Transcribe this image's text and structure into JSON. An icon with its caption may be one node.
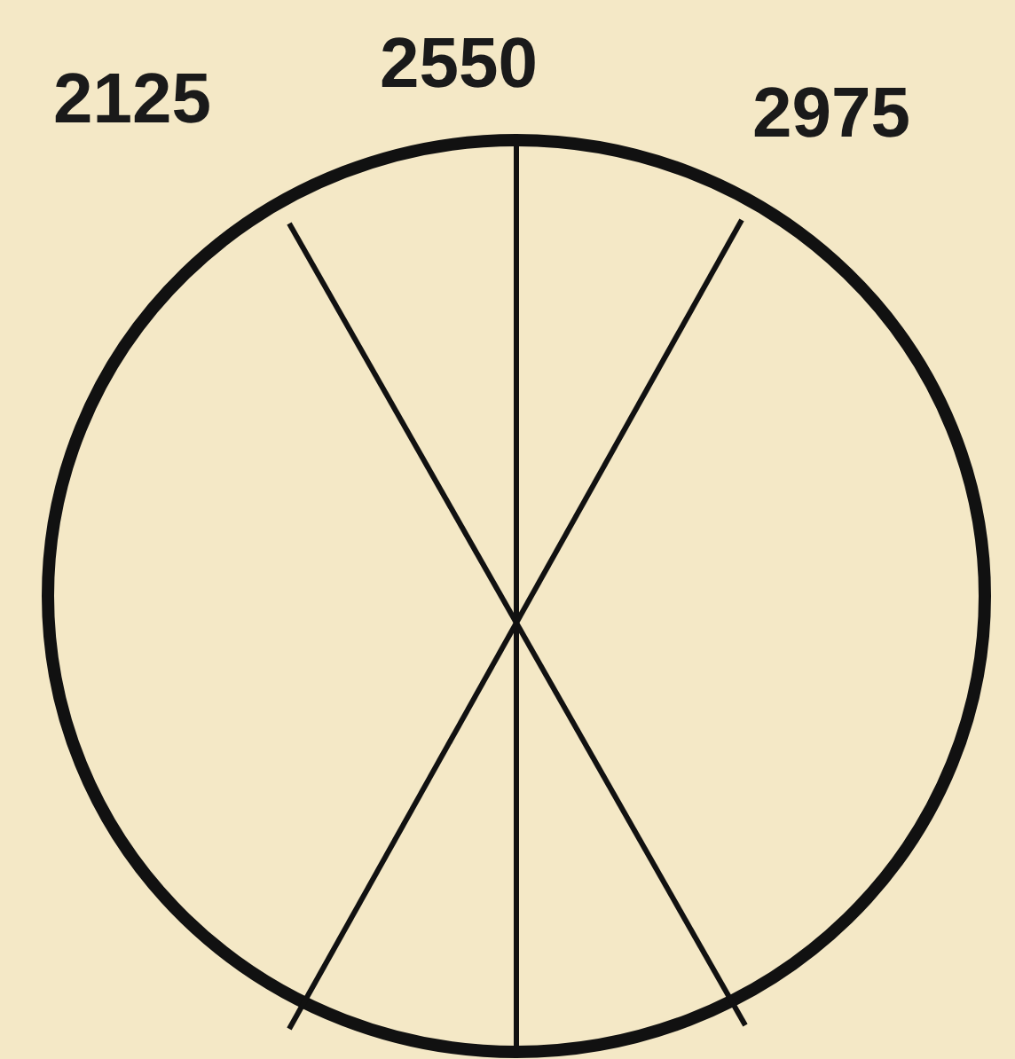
{
  "diagram": {
    "labels": [
      "2125",
      "2550",
      "2975"
    ]
  }
}
